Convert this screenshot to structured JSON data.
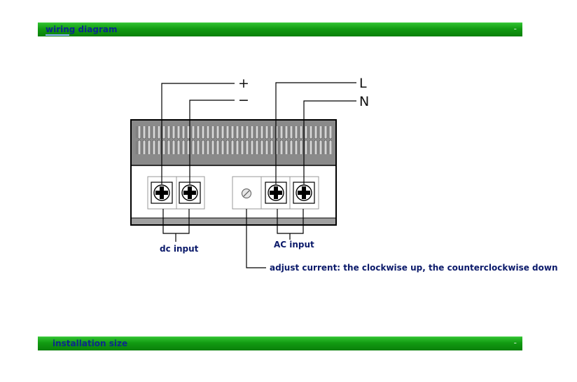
{
  "sections": {
    "wiring": {
      "title": "wiring diagram",
      "collapse": "-"
    },
    "installation": {
      "title": "installation size",
      "collapse": "-"
    }
  },
  "diagram": {
    "symbols": {
      "plus": "+",
      "minus": "−",
      "live": "L",
      "neutral": "N"
    },
    "labels": {
      "dc": "dc input",
      "ac": "AC input",
      "adjust": "adjust current: the clockwise up, the counterclockwise down"
    }
  },
  "colors": {
    "bar_green": "#119a11",
    "title_blue": "#0b2a8a",
    "label_blue": "#0b1a6a"
  }
}
